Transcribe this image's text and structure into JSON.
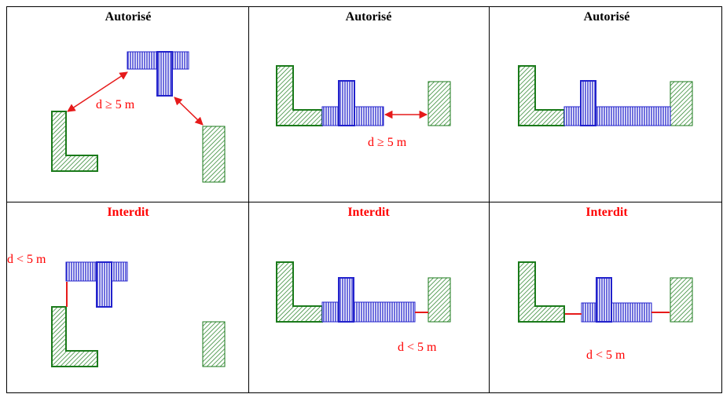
{
  "cells": [
    {
      "title": "Autorisé",
      "status": "allowed",
      "distance_label": "d ≥ 5 m"
    },
    {
      "title": "Autorisé",
      "status": "allowed",
      "distance_label": "d ≥ 5 m"
    },
    {
      "title": "Autorisé",
      "status": "allowed",
      "distance_label": ""
    },
    {
      "title": "Interdit",
      "status": "forbidden",
      "distance_label": "d < 5 m"
    },
    {
      "title": "Interdit",
      "status": "forbidden",
      "distance_label": "d < 5 m"
    },
    {
      "title": "Interdit",
      "status": "forbidden",
      "distance_label": "d < 5 m"
    }
  ],
  "colors": {
    "green": "#1a7a1a",
    "blue": "#2222cc",
    "red": "#e61a1a",
    "allowed_text": "#000000",
    "forbidden_text": "#ff0000"
  }
}
